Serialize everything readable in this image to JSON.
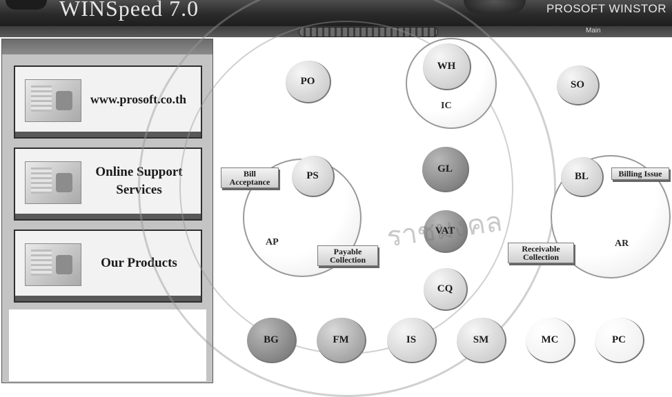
{
  "header": {
    "title": "WINSpeed 7.0",
    "brand": "PROSOFT WINSTOR",
    "menu_label": "Main"
  },
  "sidebar": {
    "links": [
      {
        "label": "www.prosoft.co.th"
      },
      {
        "label": "Online Support Services"
      },
      {
        "label": "Our Products"
      }
    ]
  },
  "diagram": {
    "modules": {
      "po": "PO",
      "wh": "WH",
      "ic": "IC",
      "so": "SO",
      "ps": "PS",
      "gl": "GL",
      "bl": "BL",
      "ap": "AP",
      "ar": "AR",
      "vat": "VAT",
      "cq": "CQ",
      "bg": "BG",
      "fm": "FM",
      "is": "IS",
      "sm": "SM",
      "mc": "MC",
      "pc": "PC"
    },
    "documents": {
      "bill_acceptance": "Bill Acceptance",
      "payable_collection": "Payable Collection",
      "receivable_collection": "Receivable Collection",
      "billing_issue": "Billing Issue"
    }
  },
  "watermark": {
    "text": "ราชมงคล"
  },
  "colors": {
    "header": "#2a2a2a",
    "sidebar": "#c4c4c4",
    "node_light": "#cfcfcf",
    "node_dark": "#858585"
  }
}
